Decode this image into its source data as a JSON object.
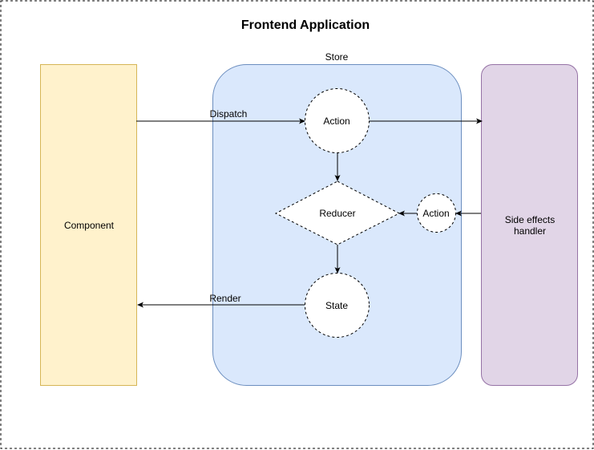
{
  "title": "Frontend Application",
  "store": {
    "label": "Store"
  },
  "component": {
    "label": "Component"
  },
  "side_effects": {
    "label_line1": "Side effects",
    "label_line2": "handler"
  },
  "nodes": {
    "action_top": "Action",
    "reducer": "Reducer",
    "action_side": "Action",
    "state": "State"
  },
  "edges": {
    "dispatch": "Dispatch",
    "render": "Render"
  },
  "colors": {
    "component_fill": "#fff2cc",
    "component_stroke": "#d6b656",
    "store_fill": "#dae8fc",
    "store_stroke": "#6c8ebf",
    "side_fill": "#e1d5e7",
    "side_stroke": "#9673a6"
  }
}
